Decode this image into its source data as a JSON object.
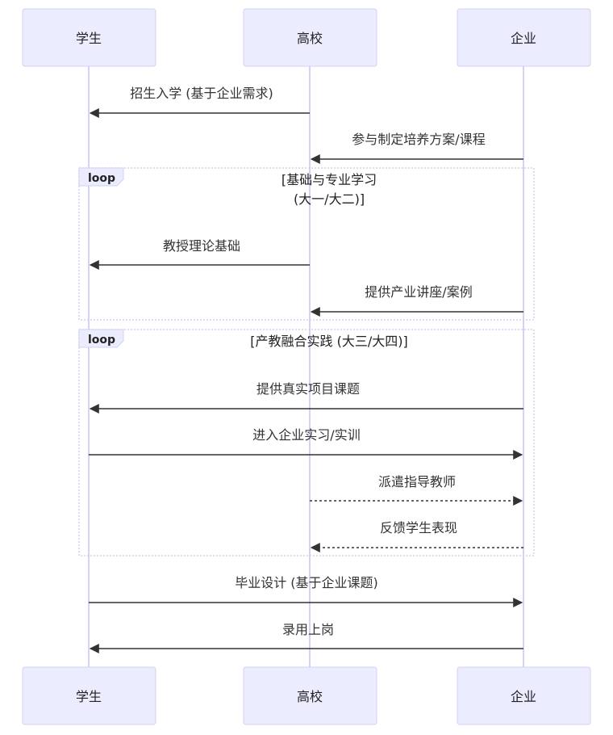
{
  "actors": [
    "学生",
    "高校",
    "企业"
  ],
  "messages": [
    {
      "label": "招生入学 (基于企业需求)",
      "from": 1,
      "to": 0,
      "style": "solid"
    },
    {
      "label": "参与制定培养方案/课程",
      "from": 2,
      "to": 1,
      "style": "solid"
    },
    {
      "label": "教授理论基础",
      "from": 1,
      "to": 0,
      "style": "solid"
    },
    {
      "label": "提供产业讲座/案例",
      "from": 2,
      "to": 1,
      "style": "solid"
    },
    {
      "label": "提供真实项目课题",
      "from": 2,
      "to": 0,
      "style": "solid"
    },
    {
      "label": "进入企业实习/实训",
      "from": 0,
      "to": 2,
      "style": "solid"
    },
    {
      "label": "派遣指导教师",
      "from": 1,
      "to": 2,
      "style": "dotted"
    },
    {
      "label": "反馈学生表现",
      "from": 2,
      "to": 1,
      "style": "dotted"
    },
    {
      "label": "毕业设计 (基于企业课题)",
      "from": 0,
      "to": 2,
      "style": "solid"
    },
    {
      "label": "录用上岗",
      "from": 2,
      "to": 0,
      "style": "solid"
    }
  ],
  "loops": [
    {
      "tag": "loop",
      "title_lines": [
        "[基础与专业学习",
        "(大一/大二)]"
      ]
    },
    {
      "tag": "loop",
      "title_lines": [
        "[产教融合实践 (大三/大四)]"
      ]
    }
  ]
}
